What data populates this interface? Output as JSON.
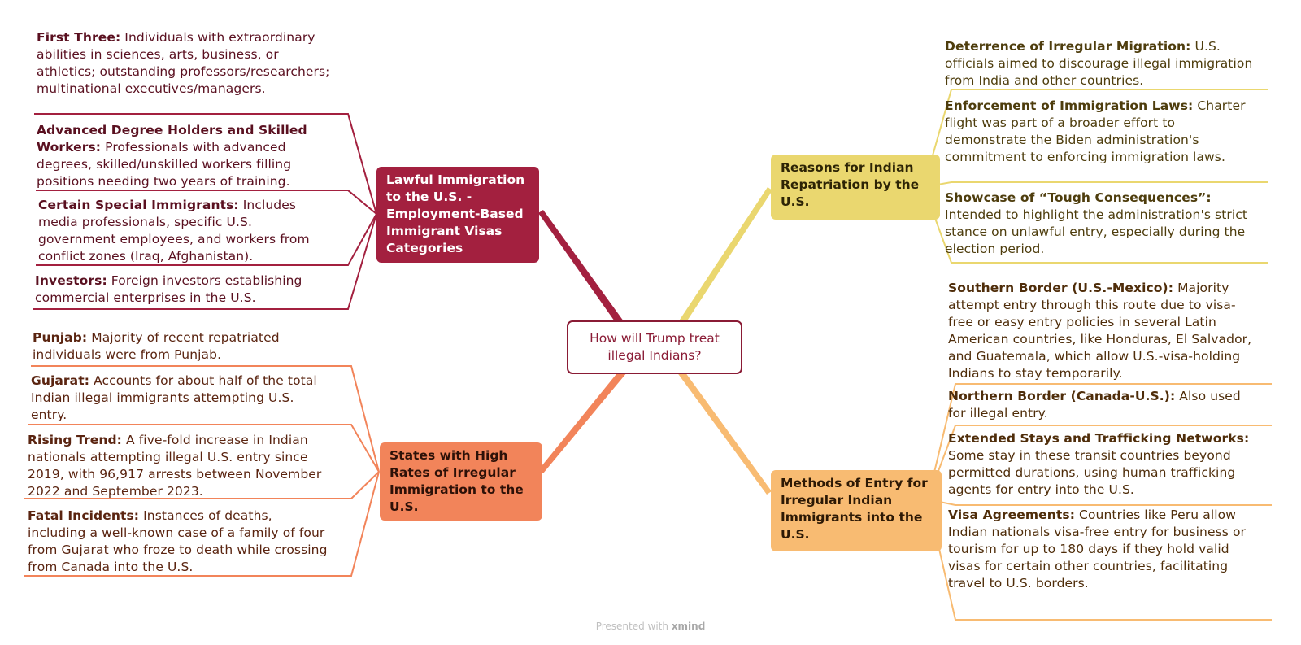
{
  "center": {
    "title": "How will Trump treat illegal Indians?"
  },
  "colors": {
    "red": "#a3203f",
    "coral": "#f2845a",
    "yellow": "#ead76f",
    "orange": "#f8bb72",
    "center_border": "#8a1b35"
  },
  "branches": {
    "lawful": {
      "title": "Lawful Immigration to the U.S. - Employment-Based Immigrant Visas Categories",
      "items": [
        {
          "bold": "First Three:",
          "text": " Individuals with extraordinary abilities in sciences, arts, business, or athletics; outstanding professors/researchers; multinational executives/managers."
        },
        {
          "bold": "Advanced Degree Holders and Skilled Workers:",
          "text": " Professionals with advanced degrees, skilled/unskilled workers filling positions needing two years of training."
        },
        {
          "bold": "Certain Special Immigrants:",
          "text": " Includes media professionals, specific U.S. government employees, and workers from conflict zones (Iraq, Afghanistan)."
        },
        {
          "bold": "Investors:",
          "text": " Foreign investors establishing commercial enterprises in the U.S."
        }
      ]
    },
    "states": {
      "title": "States with High Rates of Irregular Immigration to the U.S.",
      "items": [
        {
          "bold": "Punjab:",
          "text": " Majority of recent repatriated individuals were from Punjab."
        },
        {
          "bold": "Gujarat:",
          "text": " Accounts for about half of the total Indian illegal immigrants attempting U.S. entry."
        },
        {
          "bold": "Rising Trend:",
          "text": " A five-fold increase in Indian nationals attempting illegal U.S. entry since 2019, with 96,917 arrests between November 2022 and September 2023."
        },
        {
          "bold": "Fatal Incidents:",
          "text": " Instances of deaths, including a well-known case of a family of four from Gujarat who froze to death while crossing from Canada into the U.S."
        }
      ]
    },
    "reasons": {
      "title": "Reasons for Indian Repatriation by the U.S.",
      "items": [
        {
          "bold": "Deterrence of Irregular Migration:",
          "text": " U.S. officials aimed to discourage illegal immigration from India and other countries."
        },
        {
          "bold": "Enforcement of Immigration Laws:",
          "text": " Charter flight was part of a broader effort to demonstrate the Biden administration's commitment to enforcing immigration laws."
        },
        {
          "bold": "Showcase of “Tough Consequences”:",
          "text": " Intended to highlight the administration's strict stance on unlawful entry, especially during the election period."
        }
      ]
    },
    "methods": {
      "title": "Methods of Entry for Irregular Indian Immigrants into the U.S.",
      "items": [
        {
          "bold": "Southern Border (U.S.-Mexico):",
          "text": " Majority attempt entry through this route due to visa-free or easy entry policies in several Latin American countries, like Honduras, El Salvador, and Guatemala, which allow U.S.-visa-holding Indians to stay temporarily."
        },
        {
          "bold": "Northern Border (Canada-U.S.):",
          "text": " Also used for illegal entry."
        },
        {
          "bold": "Extended Stays and Trafficking Networks:",
          "text": "  Some stay in these transit countries beyond permitted durations, using human trafficking agents for entry into the U.S."
        },
        {
          "bold": "Visa Agreements:",
          "text": " Countries like Peru allow Indian nationals visa-free entry for business or tourism for up to 180 days if they hold valid visas for certain other countries, facilitating travel to U.S. borders."
        }
      ]
    }
  },
  "footer": {
    "prefix": "Presented with",
    "brand": "xmind"
  }
}
